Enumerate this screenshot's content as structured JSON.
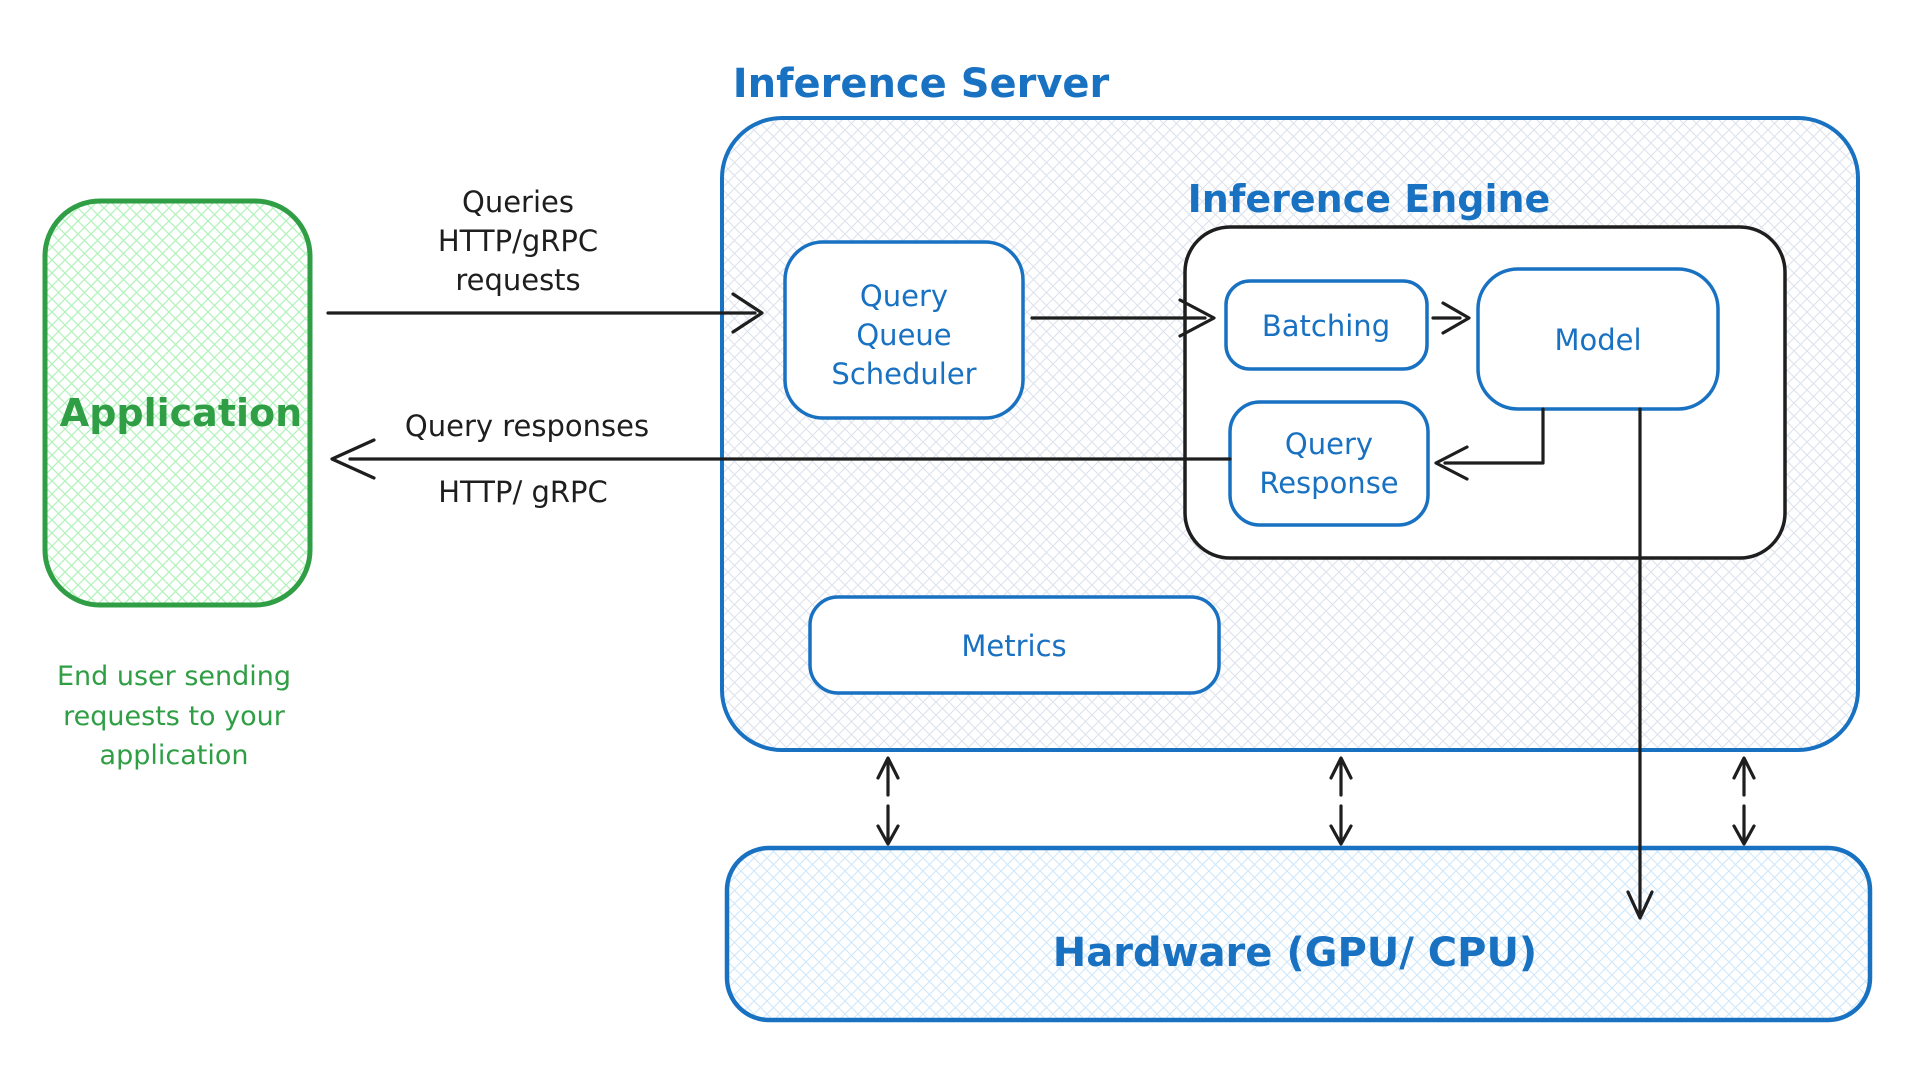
{
  "colors": {
    "accent_blue": "#1971c2",
    "stroke_black": "#1e1e1e",
    "accent_green": "#2f9e44",
    "application_fill_hatch": "#b2f2bb",
    "server_fill_hatch": "#dde3ec",
    "hardware_fill_hatch": "#cfe7fb"
  },
  "application": {
    "label": "Application",
    "caption_lines": [
      "End user sending",
      "requests to your",
      "application"
    ]
  },
  "queries_arrow": {
    "label_lines": [
      "Queries",
      "HTTP/gRPC",
      "requests"
    ]
  },
  "responses_arrow": {
    "label_top": "Query responses",
    "label_bottom": "HTTP/ gRPC"
  },
  "inference_server": {
    "title": "Inference Server",
    "scheduler_lines": [
      "Query",
      "Queue",
      "Scheduler"
    ],
    "metrics_label": "Metrics",
    "engine": {
      "title": "Inference Engine",
      "batching_label": "Batching",
      "model_label": "Model",
      "query_response_lines": [
        "Query",
        "Response"
      ]
    }
  },
  "hardware": {
    "label": "Hardware (GPU/ CPU)"
  }
}
